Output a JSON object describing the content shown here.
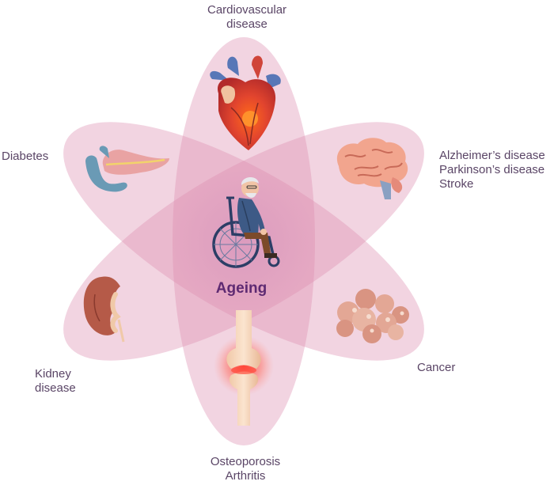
{
  "center": {
    "label": "Ageing",
    "icon": "elderly-wheelchair-icon"
  },
  "petals": [
    {
      "id": "cardiovascular",
      "lines": [
        "Cardiovascular",
        "disease"
      ],
      "icon": "heart-icon"
    },
    {
      "id": "neuro",
      "lines": [
        "Alzheimer’s disease",
        "Parkinson’s disease",
        "Stroke"
      ],
      "icon": "brain-icon"
    },
    {
      "id": "cancer",
      "lines": [
        "Cancer"
      ],
      "icon": "tumor-cells-icon"
    },
    {
      "id": "bone",
      "lines": [
        "Osteoporosis",
        "Arthritis"
      ],
      "icon": "knee-joint-icon"
    },
    {
      "id": "kidney",
      "lines": [
        "Kidney",
        "disease"
      ],
      "icon": "kidney-icon"
    },
    {
      "id": "diabetes",
      "lines": [
        "Diabetes"
      ],
      "icon": "pancreas-icon"
    }
  ],
  "colors": {
    "petal": "#dc8fb0",
    "label": "#5a4566",
    "center_label": "#5e2a72"
  }
}
